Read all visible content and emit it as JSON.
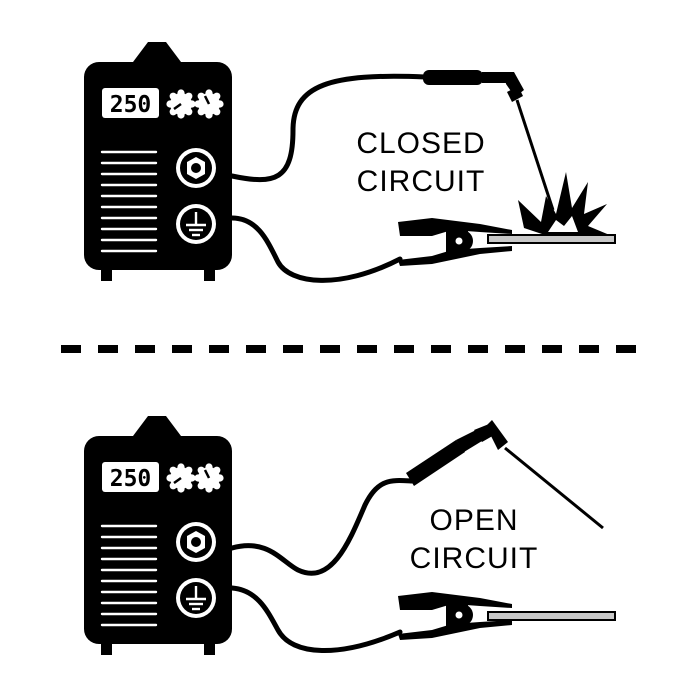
{
  "colors": {
    "ink": "#000000",
    "paper": "#ffffff",
    "workpiece": "#c8c8c8"
  },
  "closed": {
    "display": "250",
    "label_line1": "CLOSED",
    "label_line2": "CIRCUIT"
  },
  "open": {
    "display": "250",
    "label_line1": "OPEN",
    "label_line2": "CIRCUIT"
  },
  "icons": [
    "welder-machine-icon",
    "welding-torch-icon",
    "ground-clamp-icon",
    "spark-icon",
    "ground-symbol-icon",
    "knob-icon"
  ]
}
